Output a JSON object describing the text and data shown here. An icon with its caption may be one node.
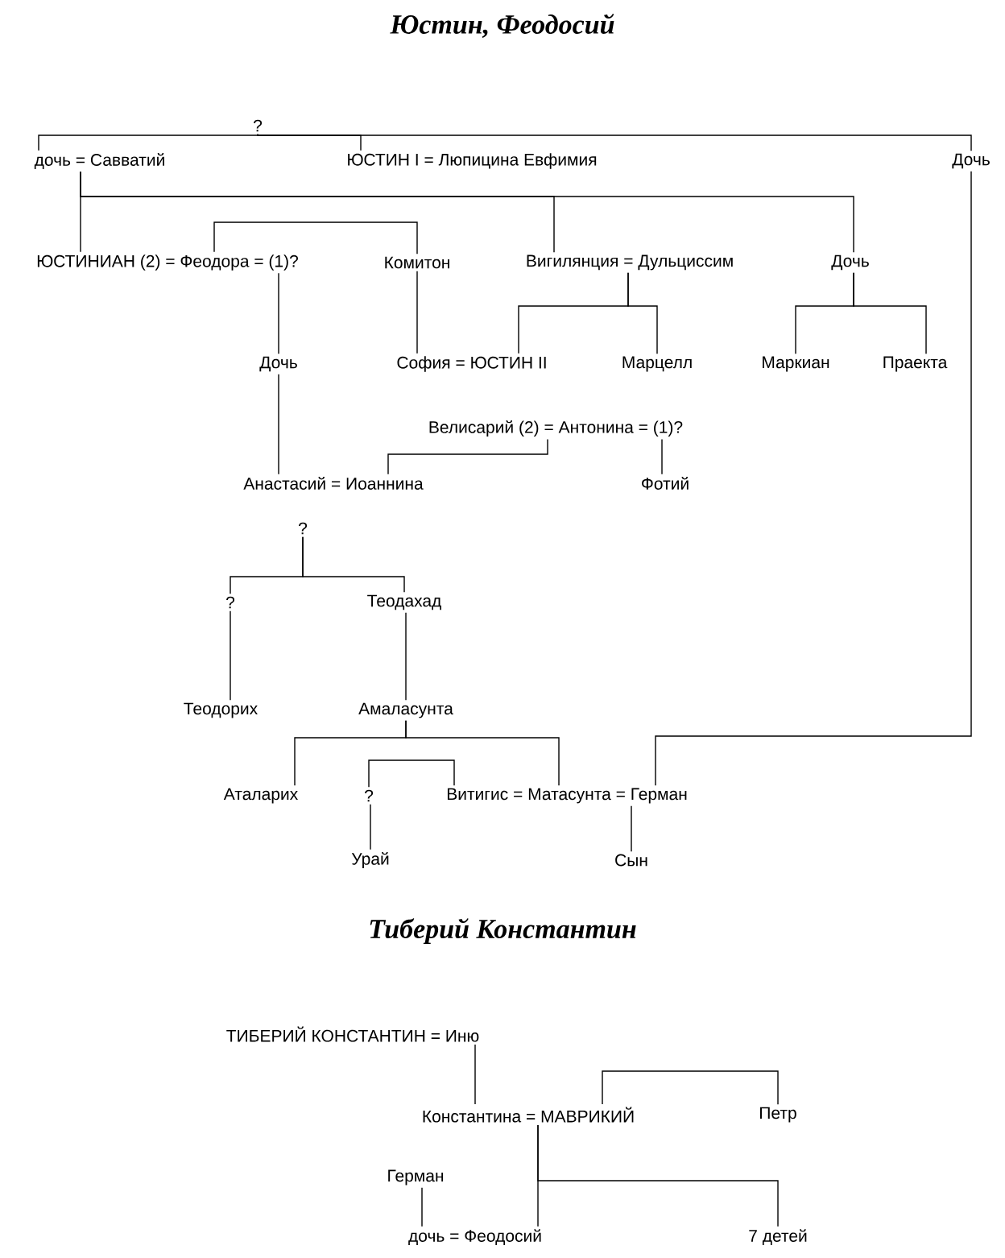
{
  "diagram": {
    "title": "Юстин, Феодосий",
    "nodes": [
      {
        "text": [
          "?"
        ]
      },
      {
        "text": [
          "дочь = Савватий"
        ]
      },
      {
        "text": [
          "ЮСТИН I = Люпицина Евфимия"
        ]
      },
      {
        "text": [
          "Дочь"
        ]
      },
      {
        "text": [
          "ЮСТИНИАН (2) = Феодора = (1)?"
        ]
      },
      {
        "text": [
          "Комитон"
        ]
      },
      {
        "text": [
          "Вигилянция = Дульциссим"
        ]
      },
      {
        "text": [
          "Дочь"
        ]
      },
      {
        "text": [
          "Дочь"
        ]
      },
      {
        "text": [
          "София = ЮСТИН II"
        ]
      },
      {
        "text": [
          "Марцелл"
        ]
      },
      {
        "text": [
          "Маркиан"
        ]
      },
      {
        "text": [
          "Праекта"
        ]
      },
      {
        "text": [
          "Велисарий (2) = Антонина = (1)?"
        ]
      },
      {
        "text": [
          "Анастасий = Иоаннина"
        ]
      },
      {
        "text": [
          "Фотий"
        ]
      },
      {
        "text": [
          "?"
        ]
      },
      {
        "text": [
          "?"
        ]
      },
      {
        "text": [
          "Теодахад"
        ]
      },
      {
        "text": [
          "Теодорих"
        ]
      },
      {
        "text": [
          "Амаласунта"
        ]
      },
      {
        "text": [
          "Аталарих"
        ]
      },
      {
        "text": [
          "?"
        ]
      },
      {
        "text": [
          "Витигис = Матасунта = Герман"
        ]
      },
      {
        "text": [
          "Урай"
        ]
      },
      {
        "text": [
          "Сын"
        ]
      },
      {
        "text": [
          "ТИБЕРИЙ КОНСТАНТИН = Иню"
        ]
      },
      {
        "text": [
          "Константина = МАВРИКИЙ"
        ]
      },
      {
        "text": [
          "Петр"
        ]
      },
      {
        "text": [
          "Герман"
        ]
      },
      {
        "text": [
          "дочь = Феодосий"
        ]
      },
      {
        "text": [
          "7 детей"
        ]
      }
    ],
    "edges": [
      {
        "from": 0,
        "to": 1,
        "arrow": "none"
      },
      {
        "from": 0,
        "to": 2,
        "arrow": "none"
      },
      {
        "from": 0,
        "to": 3,
        "arrow": "none"
      },
      {
        "from": 1,
        "to": 4,
        "arrow": "none"
      },
      {
        "from": 1,
        "to": 6,
        "arrow": "none"
      },
      {
        "from": 1,
        "to": 7,
        "arrow": "none"
      },
      {
        "from": 4,
        "to": 5,
        "arrow": "none"
      },
      {
        "from": 4,
        "to": 8,
        "arrow": "none"
      },
      {
        "from": 5,
        "to": 9,
        "arrow": "none"
      },
      {
        "from": 6,
        "to": 9,
        "arrow": "none"
      },
      {
        "from": 6,
        "to": 10,
        "arrow": "none"
      },
      {
        "from": 7,
        "to": 11,
        "arrow": "none"
      },
      {
        "from": 7,
        "to": 12,
        "arrow": "none"
      },
      {
        "from": 3,
        "to": 23,
        "arrow": "none"
      },
      {
        "from": 8,
        "to": 14,
        "arrow": "none"
      },
      {
        "from": 13,
        "to": 14,
        "arrow": "none"
      },
      {
        "from": 13,
        "to": 15,
        "arrow": "none"
      },
      {
        "from": 16,
        "to": 17,
        "arrow": "none"
      },
      {
        "from": 16,
        "to": 18,
        "arrow": "none"
      },
      {
        "from": 17,
        "to": 19,
        "arrow": "none"
      },
      {
        "from": 18,
        "to": 20,
        "arrow": "none"
      },
      {
        "from": 20,
        "to": 21,
        "arrow": "none"
      },
      {
        "from": 20,
        "to": 23,
        "arrow": "none"
      },
      {
        "from": 22,
        "to": 23,
        "arrow": "none"
      },
      {
        "from": 22,
        "to": 24,
        "arrow": "none"
      },
      {
        "from": 23,
        "to": 25,
        "arrow": "none"
      },
      {
        "from": 26,
        "to": 27,
        "arrow": "none"
      },
      {
        "from": 27,
        "to": 28,
        "arrow": "none"
      },
      {
        "from": 27,
        "to": 30,
        "arrow": "none"
      },
      {
        "from": 27,
        "to": 31,
        "arrow": "none"
      },
      {
        "from": 29,
        "to": 30,
        "arrow": "none"
      }
    ],
    "labels": [
      "Тиберий Константин"
    ]
  }
}
